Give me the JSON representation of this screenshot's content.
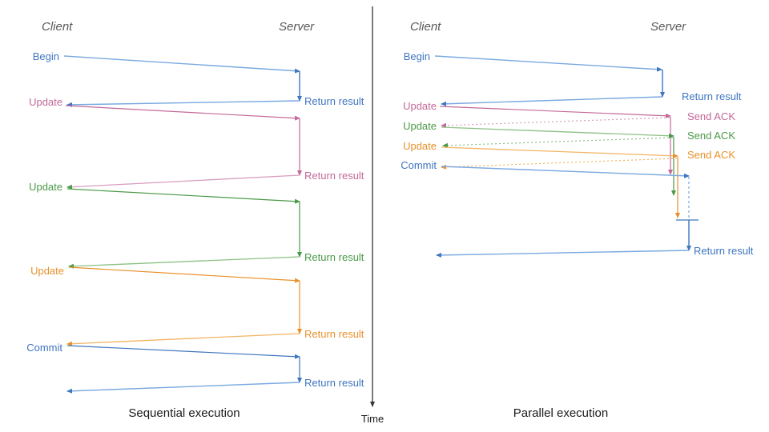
{
  "figure": {
    "background": "#ffffff",
    "divider_color": "#333333",
    "time_axis": {
      "label": "Time",
      "color": "#333333"
    }
  },
  "palette": {
    "blue_dark": "#3f76bf",
    "blue_light": "#7aa9e0",
    "pink": "#c4699a",
    "pink_light": "#d89dbd",
    "green": "#4a9a48",
    "green_light": "#8cc084",
    "orange": "#e8912b",
    "orange_light": "#f3b464",
    "gray_text": "#595959",
    "black_text": "#1a1a1a"
  },
  "panels": [
    {
      "id": "sequential",
      "caption": "Sequential execution",
      "client_label": "Client",
      "server_label": "Server",
      "messages": [
        {
          "label": "Begin",
          "side": "client",
          "color": "blue_dark"
        },
        {
          "label": "Return result",
          "side": "server",
          "color": "blue_dark"
        },
        {
          "label": "Update",
          "side": "client",
          "color": "pink"
        },
        {
          "label": "Return result",
          "side": "server",
          "color": "pink"
        },
        {
          "label": "Update",
          "side": "client",
          "color": "green"
        },
        {
          "label": "Return result",
          "side": "server",
          "color": "green"
        },
        {
          "label": "Update",
          "side": "client",
          "color": "orange"
        },
        {
          "label": "Return result",
          "side": "server",
          "color": "orange"
        },
        {
          "label": "Commit",
          "side": "client",
          "color": "blue_dark"
        },
        {
          "label": "Return result",
          "side": "server",
          "color": "blue_dark"
        }
      ]
    },
    {
      "id": "parallel",
      "caption": "Parallel execution",
      "client_label": "Client",
      "server_label": "Server",
      "messages": [
        {
          "label": "Begin",
          "side": "client",
          "color": "blue_dark"
        },
        {
          "label": "Return result",
          "side": "server",
          "color": "blue_dark"
        },
        {
          "label": "Update",
          "side": "client",
          "color": "pink"
        },
        {
          "label": "Send ACK",
          "side": "server",
          "color": "pink"
        },
        {
          "label": "Update",
          "side": "client",
          "color": "green"
        },
        {
          "label": "Send ACK",
          "side": "server",
          "color": "green"
        },
        {
          "label": "Update",
          "side": "client",
          "color": "orange"
        },
        {
          "label": "Send ACK",
          "side": "server",
          "color": "orange"
        },
        {
          "label": "Commit",
          "side": "client",
          "color": "blue_dark"
        },
        {
          "label": "Return result",
          "side": "server",
          "color": "blue_dark"
        }
      ]
    }
  ],
  "text": {
    "left_client": "Client",
    "left_server": "Server",
    "right_client": "Client",
    "right_server": "Server",
    "left_caption": "Sequential execution",
    "right_caption": "Parallel execution",
    "time": "Time",
    "l_begin": "Begin",
    "l_ret1": "Return result",
    "l_update1": "Update",
    "l_ret2": "Return result",
    "l_update2": "Update",
    "l_ret3": "Return result",
    "l_update3": "Update",
    "l_ret4": "Return result",
    "l_commit": "Commit",
    "l_ret5": "Return result",
    "r_begin": "Begin",
    "r_ret1": "Return result",
    "r_update1": "Update",
    "r_ack1": "Send ACK",
    "r_update2": "Update",
    "r_ack2": "Send ACK",
    "r_update3": "Update",
    "r_ack3": "Send ACK",
    "r_commit": "Commit",
    "r_ret2": "Return result"
  }
}
